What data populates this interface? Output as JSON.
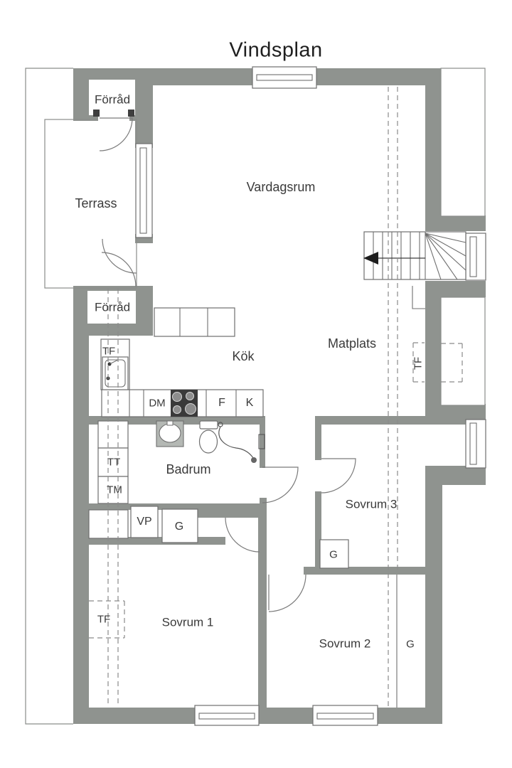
{
  "title": "Vindsplan",
  "colors": {
    "wall": "#8f938f",
    "lines": "#6f6f6f",
    "text": "#3a3a3a",
    "stove": "#3a3a3a"
  },
  "rooms": {
    "forrad_top": "Förråd",
    "terrass": "Terrass",
    "vardagsrum": "Vardagsrum",
    "forrad_mid": "Förråd",
    "kok": "Kök",
    "matplats": "Matplats",
    "badrum": "Badrum",
    "sovrum1": "Sovrum 1",
    "sovrum2": "Sovrum 2",
    "sovrum3": "Sovrum 3"
  },
  "fixtures": {
    "tf_kok": "TF",
    "tf_matplats": "TF",
    "tf_sovrum1": "TF",
    "dm": "DM",
    "f": "F",
    "k": "K",
    "tt": "TT",
    "tm": "TM",
    "vp": "VP",
    "g_hall": "G",
    "g_sovrum3": "G",
    "g_sovrum2": "G"
  }
}
